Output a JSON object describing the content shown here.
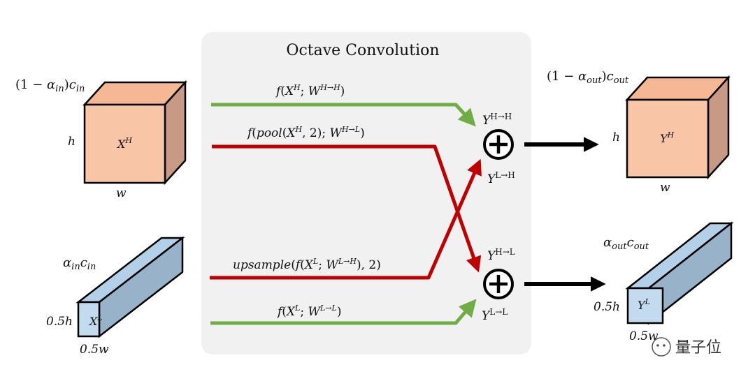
{
  "title": "Octave Convolution",
  "colors": {
    "panel": "#f1f1f1",
    "high_front": "#f8c5a6",
    "high_top": "#f6b894",
    "high_side": "#c89a85",
    "low_front": "#c3dbee",
    "low_top": "#b3d0e8",
    "low_side": "#98b3c9",
    "green": "#70ad47",
    "red": "#c00000",
    "black": "#000000"
  },
  "inputs": {
    "high": {
      "channels": "(1 − α_in)c_in",
      "tensor": "X^H",
      "height": "h",
      "width": "w"
    },
    "low": {
      "channels": "α_in c_in",
      "tensor": "X^L",
      "height": "0.5h",
      "width": "0.5w"
    }
  },
  "outputs": {
    "high": {
      "channels": "(1 − α_out)c_out",
      "tensor": "Y^H",
      "height": "h",
      "width": "w"
    },
    "low": {
      "channels": "α_out c_out",
      "tensor": "Y^L",
      "height": "0.5h",
      "width": "0.5w"
    }
  },
  "paths": {
    "hh": {
      "label": "f(X^H; W^H→H)",
      "out": "Y^H→H"
    },
    "hl": {
      "label": "f(pool(X^H, 2); W^H→L)",
      "out": "Y^H→L"
    },
    "lh": {
      "label": "upsample(f(X^L; W^L→H), 2)",
      "out": "Y^L→H"
    },
    "ll": {
      "label": "f(X^L; W^L→L)",
      "out": "Y^L→L"
    }
  },
  "plus_symbol": "+",
  "watermark": "量子位"
}
